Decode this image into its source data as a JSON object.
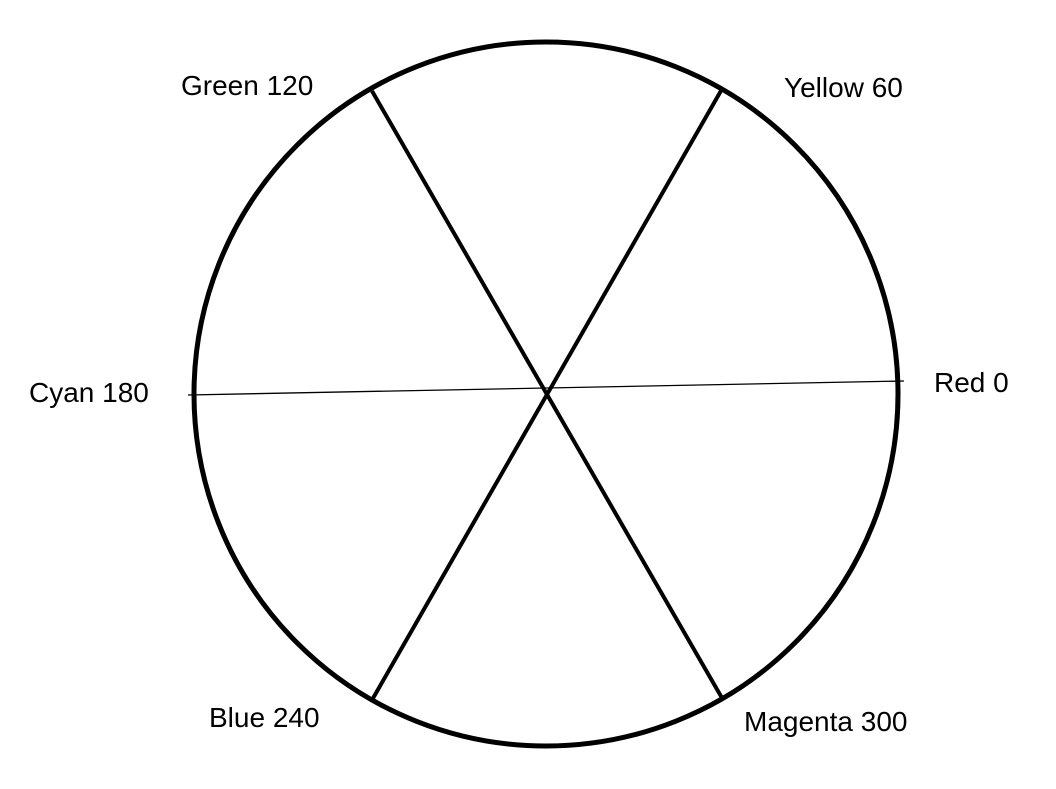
{
  "colors": {
    "stroke": "#000000",
    "background": "#ffffff"
  },
  "hue_wheel": {
    "hues": [
      {
        "name": "Red",
        "degrees": 0,
        "label": "Red 0"
      },
      {
        "name": "Yellow",
        "degrees": 60,
        "label": "Yellow 60"
      },
      {
        "name": "Green",
        "degrees": 120,
        "label": "Green 120"
      },
      {
        "name": "Cyan",
        "degrees": 180,
        "label": "Cyan 180"
      },
      {
        "name": "Blue",
        "degrees": 240,
        "label": "Blue 240"
      },
      {
        "name": "Magenta",
        "degrees": 300,
        "label": "Magenta 300"
      }
    ]
  }
}
